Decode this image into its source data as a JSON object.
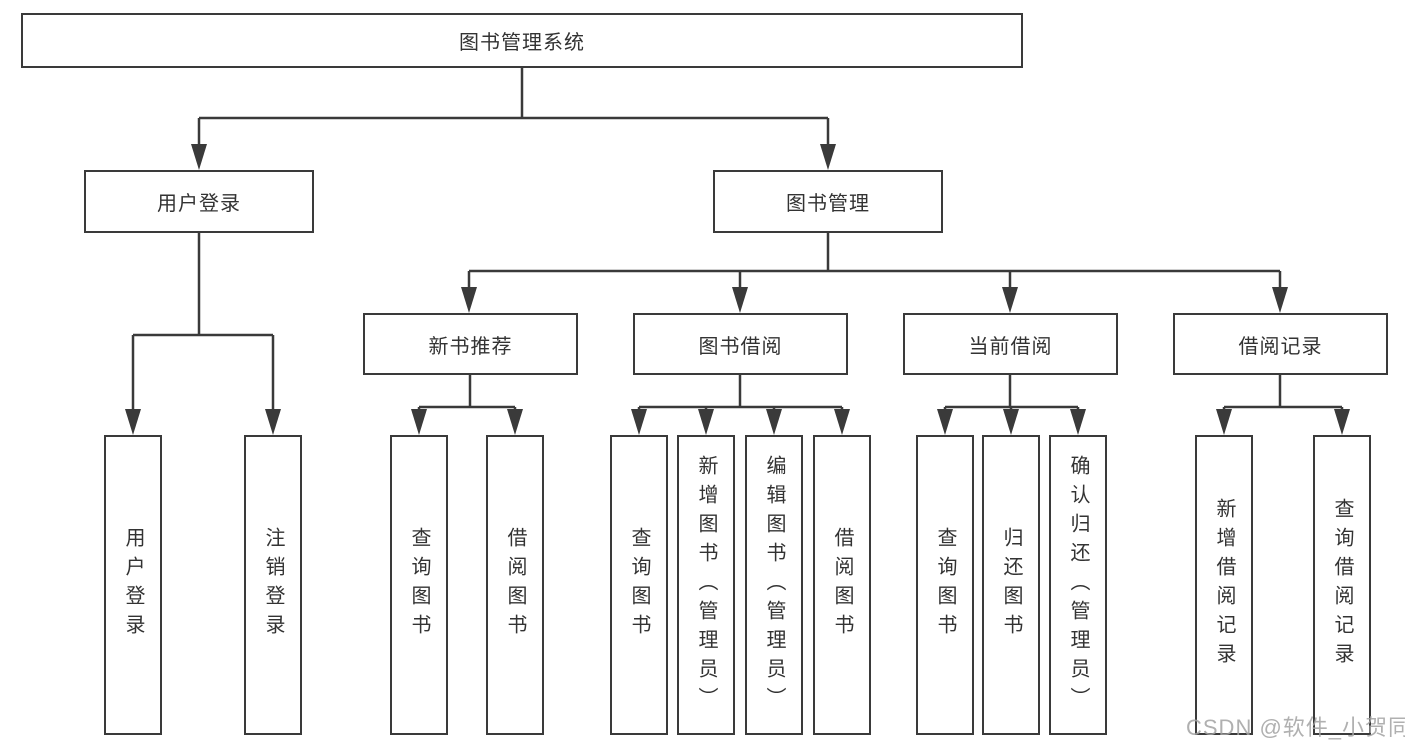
{
  "diagram": {
    "nodes": {
      "root": {
        "label": "图书管理系统"
      },
      "user_login": {
        "label": "用户登录"
      },
      "book_mgmt": {
        "label": "图书管理"
      },
      "new_book_rec": {
        "label": "新书推荐"
      },
      "book_borrow": {
        "label": "图书借阅"
      },
      "current_borrow": {
        "label": "当前借阅"
      },
      "borrow_records": {
        "label": "借阅记录"
      },
      "leaf_user_login": {
        "label": "用户登录"
      },
      "leaf_logout": {
        "label": "注销登录"
      },
      "leaf_nb_query": {
        "label": "查询图书"
      },
      "leaf_nb_borrow": {
        "label": "借阅图书"
      },
      "leaf_bb_query": {
        "label": "查询图书"
      },
      "leaf_bb_add": {
        "label": "新增图书（管理员）"
      },
      "leaf_bb_edit": {
        "label": "编辑图书（管理员）"
      },
      "leaf_bb_borrow": {
        "label": "借阅图书"
      },
      "leaf_cb_query": {
        "label": "查询图书"
      },
      "leaf_cb_return": {
        "label": "归还图书"
      },
      "leaf_cb_confirm": {
        "label": "确认归还（管理员）"
      },
      "leaf_br_add": {
        "label": "新增借阅记录"
      },
      "leaf_br_query": {
        "label": "查询借阅记录"
      }
    },
    "colors": {
      "line": "#3a3a3a",
      "text": "#333333",
      "watermark": "#a3a3a3"
    }
  },
  "watermark": {
    "text": "CSDN @软件_小贺同学"
  }
}
